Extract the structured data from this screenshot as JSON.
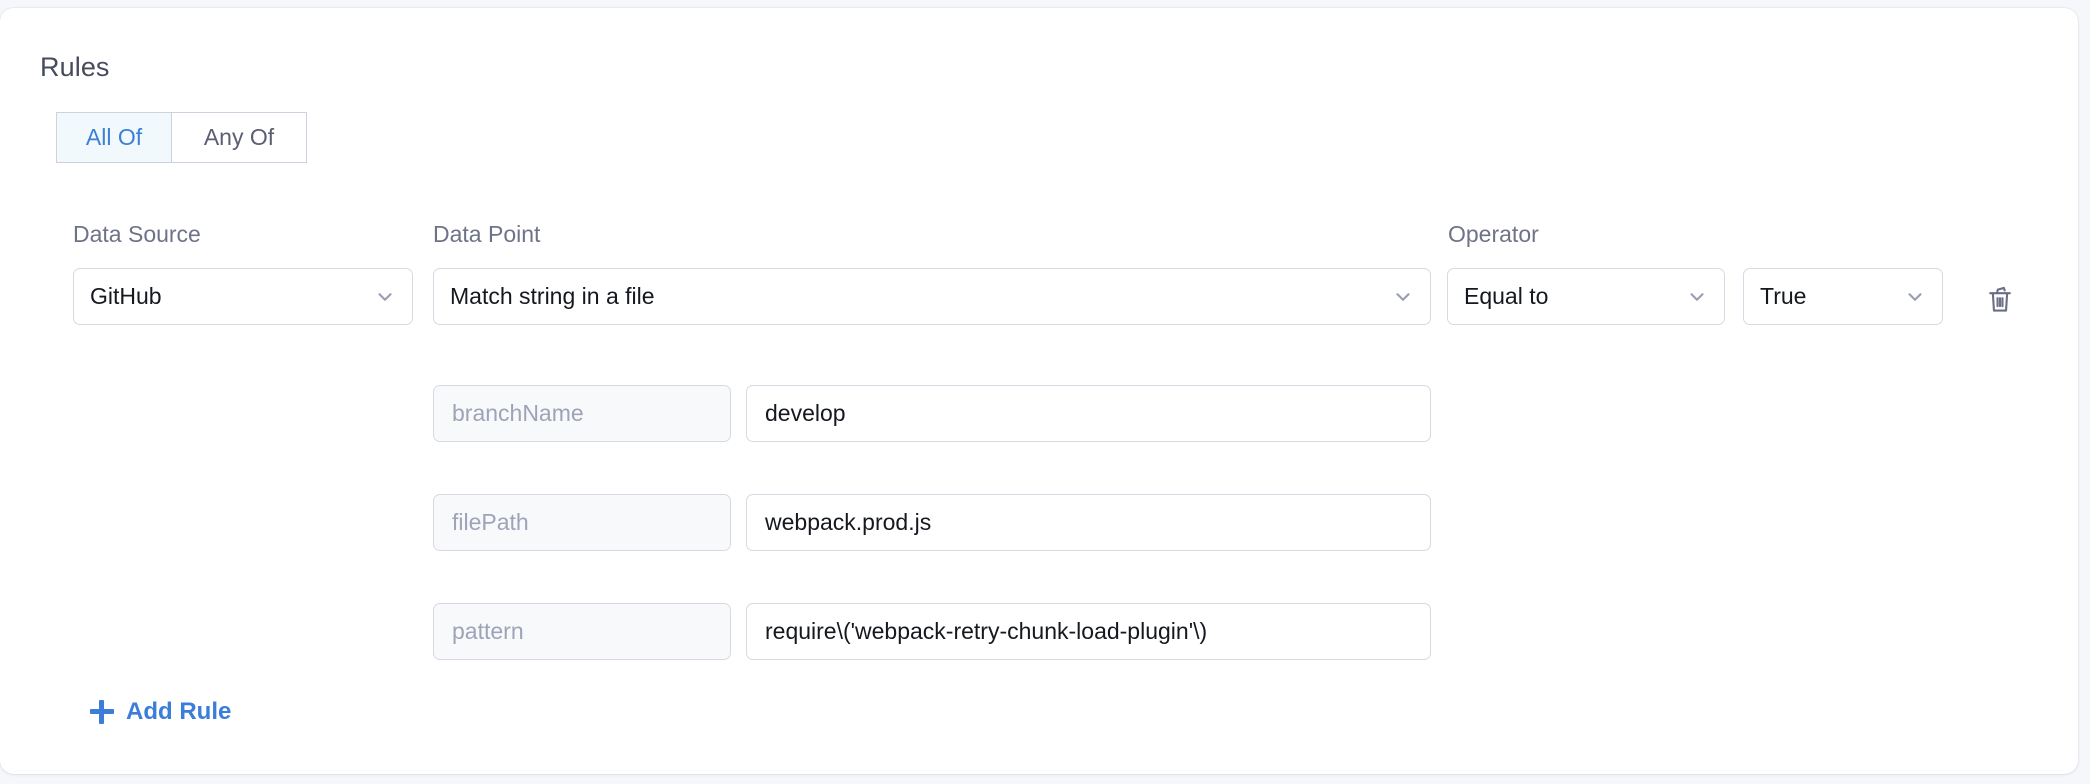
{
  "section": {
    "heading": "Rules"
  },
  "match_toggle": {
    "options": [
      {
        "label": "All Of",
        "active": true
      },
      {
        "label": "Any Of",
        "active": false
      }
    ],
    "active_color": "#3b82d6",
    "active_bg": "#f2f9fd",
    "inactive_color": "#5a5f73"
  },
  "columns": {
    "data_source_label": "Data Source",
    "data_point_label": "Data Point",
    "operator_label": "Operator"
  },
  "rule": {
    "data_source": "GitHub",
    "data_point": "Match string in a file",
    "operator": "Equal to",
    "operator_value": "True",
    "delete_icon": "trash-icon",
    "chevron_icon": "chevron-down-icon",
    "parameters": [
      {
        "key": "branchName",
        "value": "develop"
      },
      {
        "key": "filePath",
        "value": "webpack.prod.js"
      },
      {
        "key": "pattern",
        "value": "require\\('webpack-retry-chunk-load-plugin'\\)"
      }
    ]
  },
  "actions": {
    "add_rule_label": "Add Rule",
    "add_rule_icon": "plus-icon",
    "add_rule_color": "#3b7dd8"
  }
}
